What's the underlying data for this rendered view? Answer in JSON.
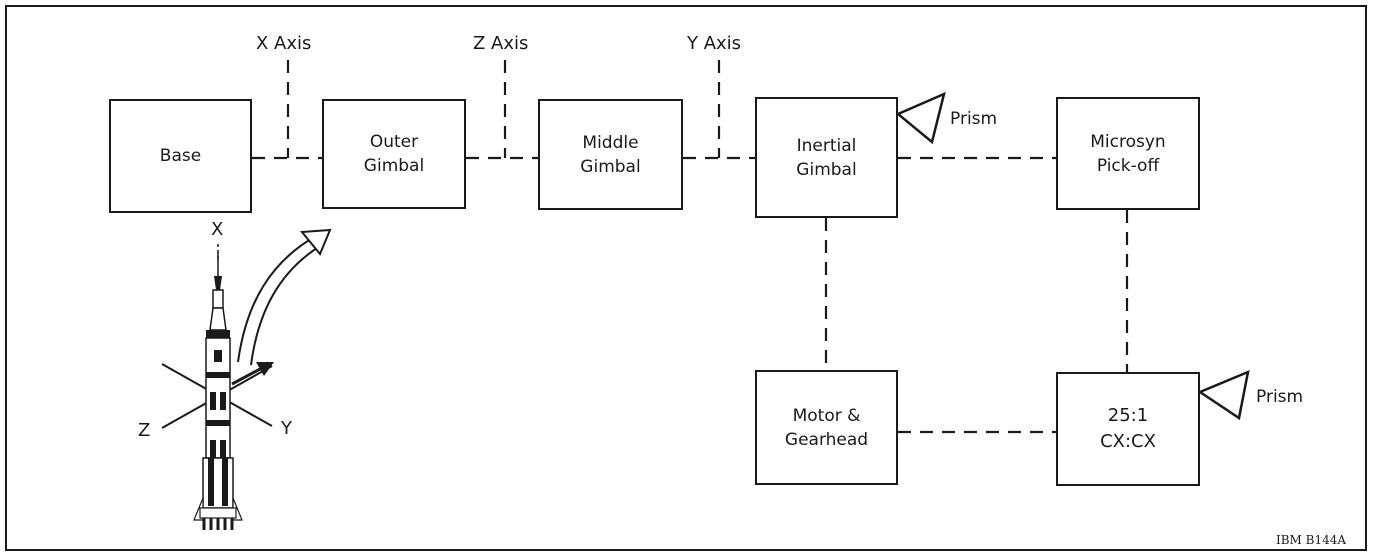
{
  "blocks": {
    "base": "Base",
    "outer_gimbal": "Outer\nGimbal",
    "middle_gimbal": "Middle\nGimbal",
    "inertial_gimbal": "Inertial\nGimbal",
    "microsyn": "Microsyn\nPick-off",
    "motor": "Motor &\nGearhead",
    "cx": "25:1\nCX:CX"
  },
  "axes": {
    "x": "X  Axis",
    "z": "Z  Axis",
    "y": "Y  Axis"
  },
  "prisms": {
    "top": "Prism",
    "bottom": "Prism"
  },
  "vehicle_axes": {
    "x": "X",
    "y": "Y",
    "z": "Z"
  },
  "reference": "IBM B144A"
}
